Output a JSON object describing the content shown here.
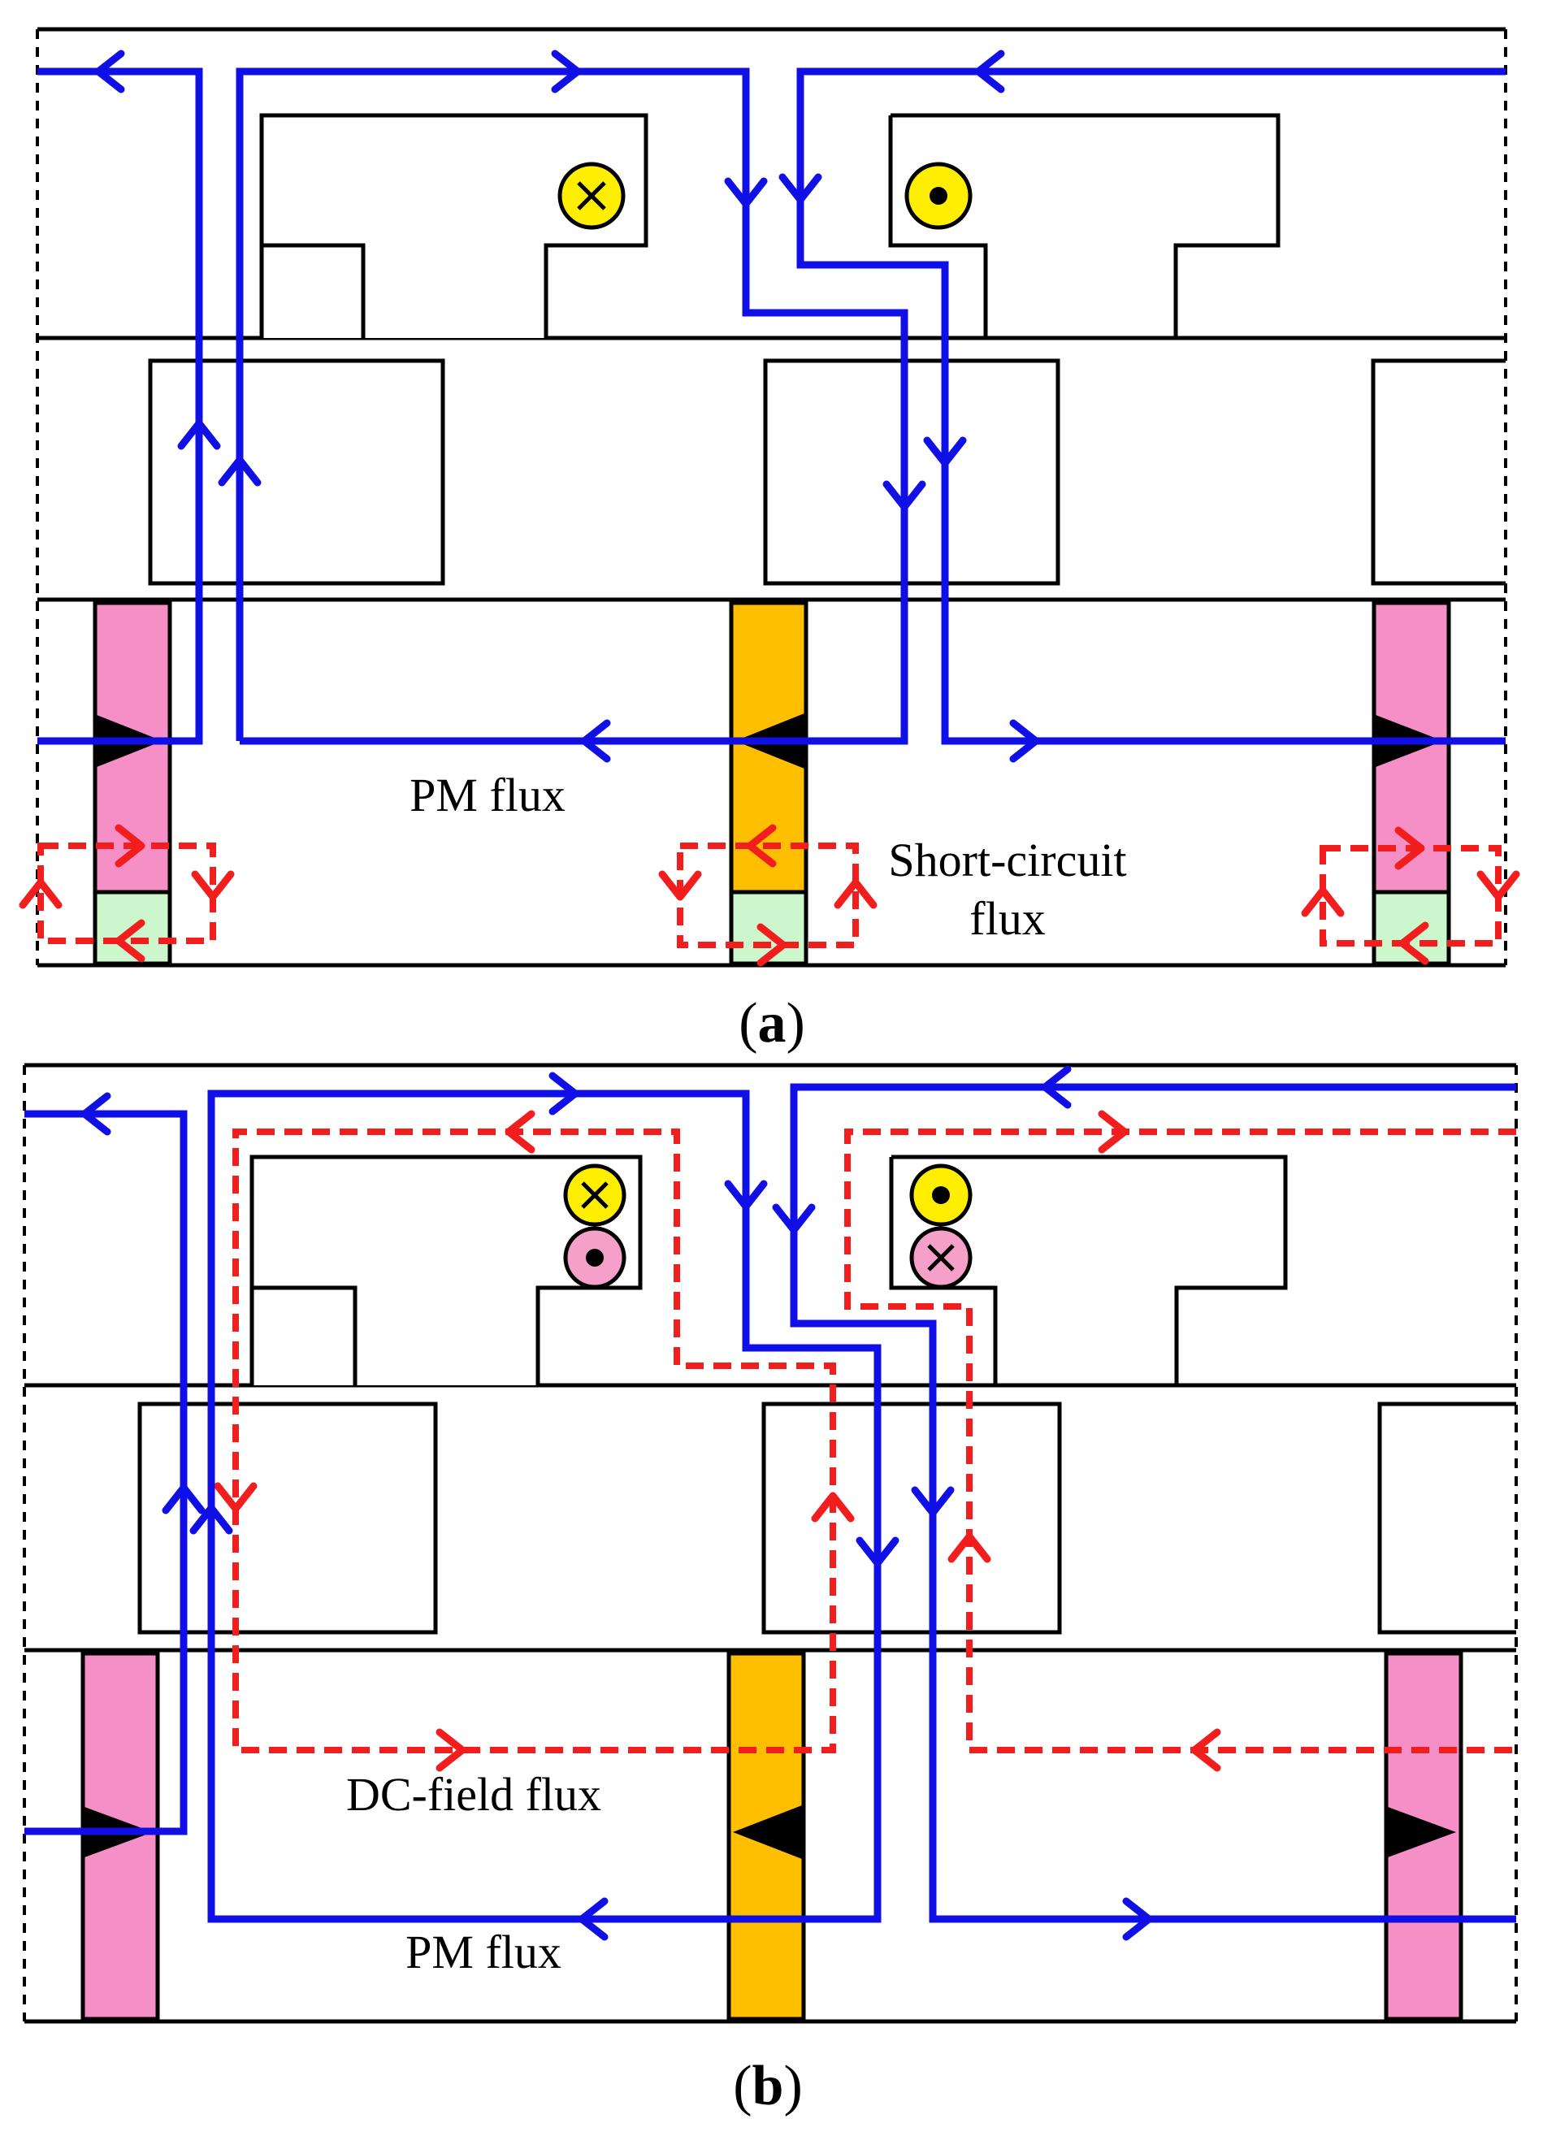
{
  "colors": {
    "pm_flux": "#1010e6",
    "short_circuit_flux": "#f21d1d",
    "dc_field_flux": "#f21d1d",
    "pm_pink": "#f68fc6",
    "pm_orange": "#ffbf00",
    "green_block": "#ccf7cc",
    "coil_yellow": "#ffee00",
    "coil_pink": "#f4a0c8",
    "outline": "#000000"
  },
  "panel_a": {
    "label_pm_flux": "PM flux",
    "label_short_circuit_line1": "Short-circuit",
    "label_short_circuit_line2": "flux",
    "caption_open": "(",
    "caption_letter": "a",
    "caption_close": ")",
    "coils": [
      "cross-icon",
      "dot-icon"
    ]
  },
  "panel_b": {
    "label_dc_field_flux": "DC-field flux",
    "label_pm_flux": "PM flux",
    "caption_open": "(",
    "caption_letter": "b",
    "caption_close": ")",
    "coils": [
      "cross-icon",
      "dot-icon",
      "dot-icon",
      "cross-icon"
    ]
  }
}
